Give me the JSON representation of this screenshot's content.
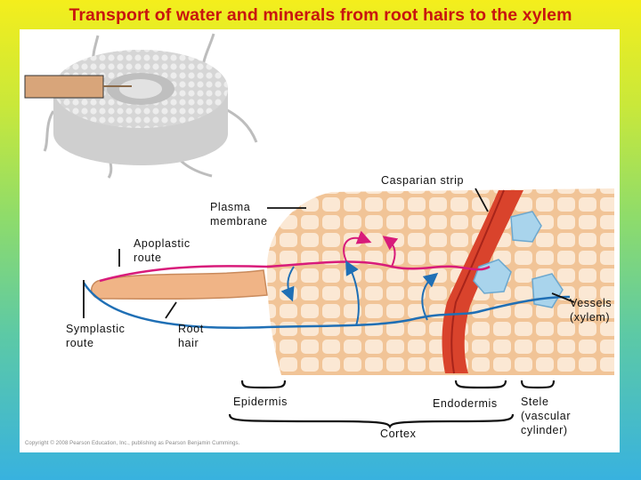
{
  "title": "Transport of water and minerals from root hairs to the xylem",
  "labels": {
    "casparian_strip": "Casparian strip",
    "plasma_membrane": "Plasma membrane",
    "apoplastic_route": "Apoplastic route",
    "symplastic_route": "Symplastic route",
    "root_hair": "Root hair",
    "vessels_xylem": "Vessels (xylem)",
    "epidermis": "Epidermis",
    "endodermis": "Endodermis",
    "cortex": "Cortex",
    "stele": "Stele (vascular cylinder)"
  },
  "copyright": "Copyright © 2008 Pearson Education, Inc., publishing as Pearson Benjamin Cummings.",
  "colors": {
    "title": "#c8150f",
    "apoplastic_route": "#d81b7a",
    "symplastic_route": "#1f6fb5",
    "casparian_strip": "#d9432c",
    "cell_wall": "#f2c79a",
    "cell_fill": "#fbe9d6",
    "xylem": "#a9d4ec"
  }
}
